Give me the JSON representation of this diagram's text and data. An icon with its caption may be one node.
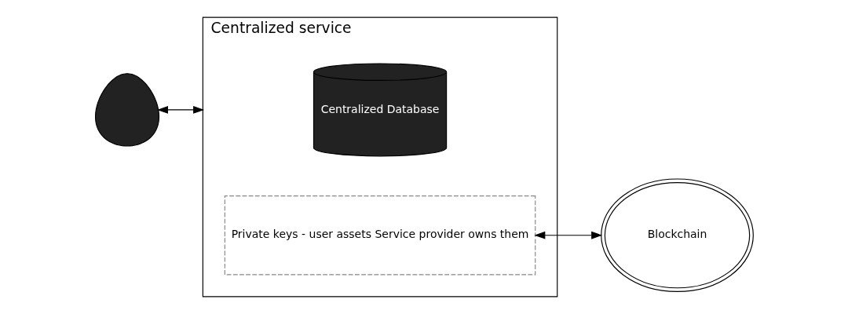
{
  "diagram": {
    "nodes": [
      {
        "text": [],
        "shape": "person"
      },
      {
        "text": [
          "Centralized service"
        ]
      },
      {
        "text": [
          "Centralized Database"
        ],
        "in": 1
      },
      {
        "text": [
          "Private keys - user assets Service provider owns them"
        ],
        "in": 1
      },
      {
        "text": [
          "Blockchain"
        ]
      }
    ],
    "edges": [
      {
        "from": 0,
        "to": 1,
        "arrow": "both"
      },
      {
        "from": 3,
        "to": 4,
        "arrow": "both"
      }
    ]
  }
}
